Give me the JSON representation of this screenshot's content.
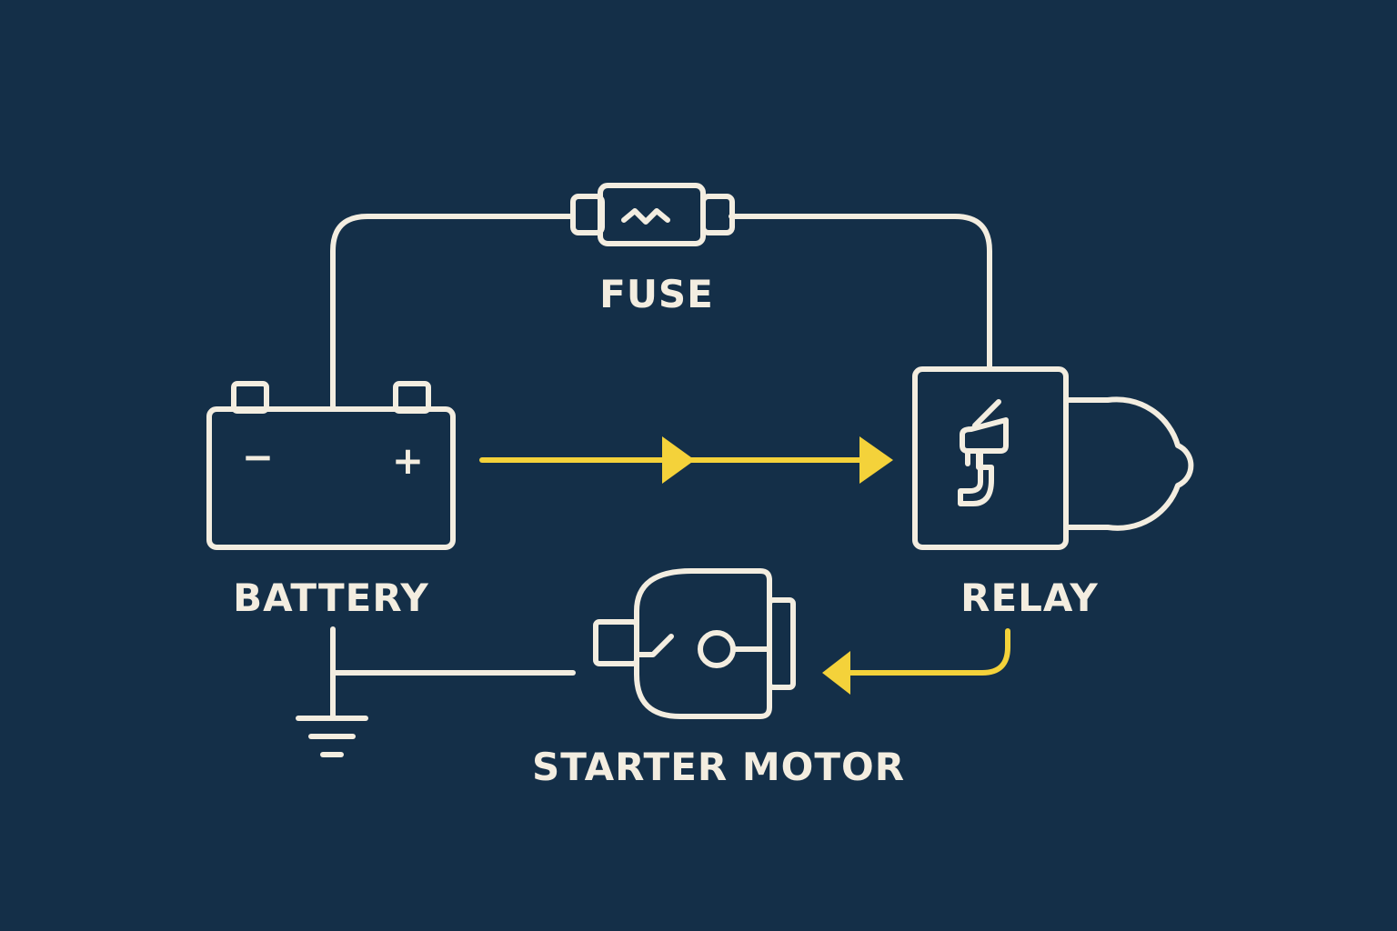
{
  "colors": {
    "background": "#142f48",
    "line": "#f3ede0",
    "current_flow": "#f4d23a"
  },
  "components": {
    "fuse": {
      "label": "FUSE",
      "icon": "fuse-icon"
    },
    "battery": {
      "label": "BATTERY",
      "icon": "battery-icon",
      "neg_symbol": "−",
      "pos_symbol": "+"
    },
    "relay": {
      "label": "RELAY",
      "icon": "relay-icon"
    },
    "starter_motor": {
      "label": "STARTER MOTOR",
      "icon": "starter-motor-icon"
    },
    "ground": {
      "icon": "ground-icon"
    }
  }
}
